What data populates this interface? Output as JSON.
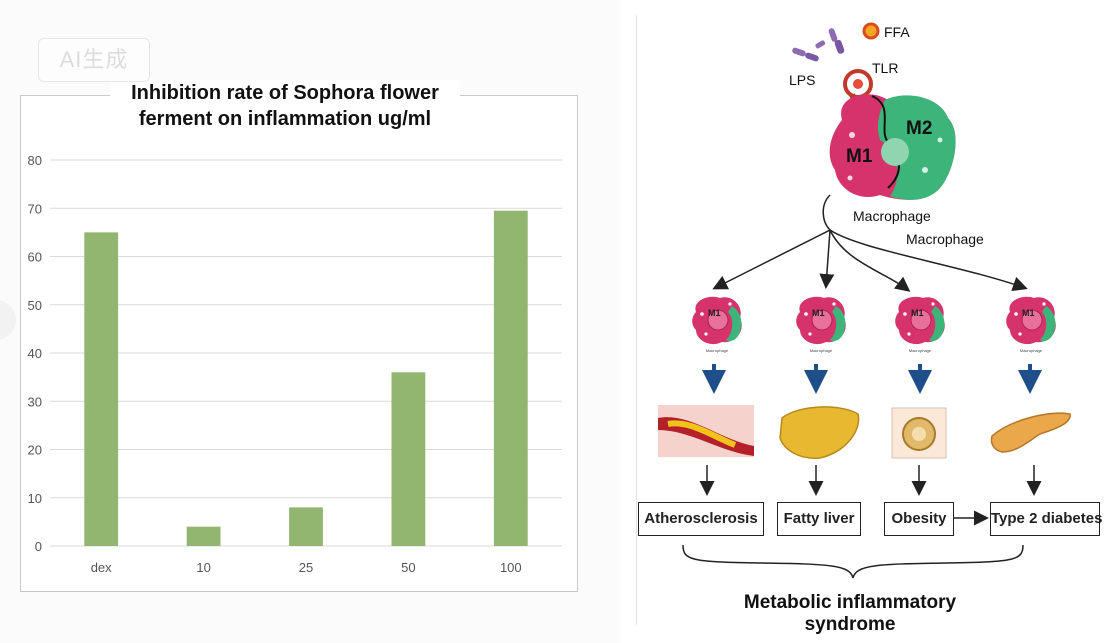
{
  "watermark": "AI生成",
  "chart_data": {
    "type": "bar",
    "title": "Inhibition rate of Sophora flower ferment on inflammation ug/ml",
    "title_lines": [
      "Inhibition rate of Sophora flower",
      "ferment on inflammation ug/ml"
    ],
    "categories": [
      "dex",
      "10",
      "25",
      "50",
      "100"
    ],
    "values": [
      65,
      4,
      8,
      36,
      69.5
    ],
    "ylim": [
      0,
      80
    ],
    "yticks": [
      0,
      10,
      20,
      30,
      40,
      50,
      60,
      70,
      80
    ],
    "xlabel": "",
    "ylabel": "",
    "grid": true,
    "legend": "none",
    "bar_color": "#92b56f"
  },
  "diagram": {
    "ffa_label": "FFA",
    "tlr_label": "TLR",
    "lps_label": "LPS",
    "m1_label": "M1",
    "m2_label": "M2",
    "macrophage_label": "Macrophage",
    "macrophage_label_2": "Macrophage",
    "mini_m1_label": "M1",
    "mini_caption": "Macrophage",
    "diseases": [
      "Atherosclerosis",
      "Fatty liver",
      "Obesity",
      "Type 2 diabetes"
    ],
    "syndrome_label": "Metabolic inflammatory syndrome",
    "colors": {
      "m1": "#d6336c",
      "m2": "#3cb47a",
      "arrow_blue": "#1e4f8a",
      "liver": "#e8b830",
      "artery": "#e07a6a"
    }
  }
}
